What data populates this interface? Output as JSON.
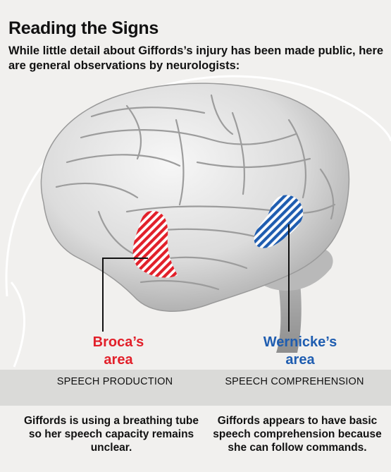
{
  "header": {
    "title": "Reading the Signs",
    "subtitle": "While little detail about Giffords’s injury has been made public, here are general observations by neurologists:"
  },
  "regions": [
    {
      "label_line1": "Broca’s",
      "label_line2": "area",
      "color": "#e2202a",
      "category": "SPEECH PRODUCTION",
      "note": "Giffords is using a breathing tube so her speech capacity remains unclear."
    },
    {
      "label_line1": "Wernicke’s",
      "label_line2": "area",
      "color": "#1f5db0",
      "category": "SPEECH COMPREHENSION",
      "note": "Giffords appears to have basic speech comprehension because she can follow commands."
    }
  ]
}
